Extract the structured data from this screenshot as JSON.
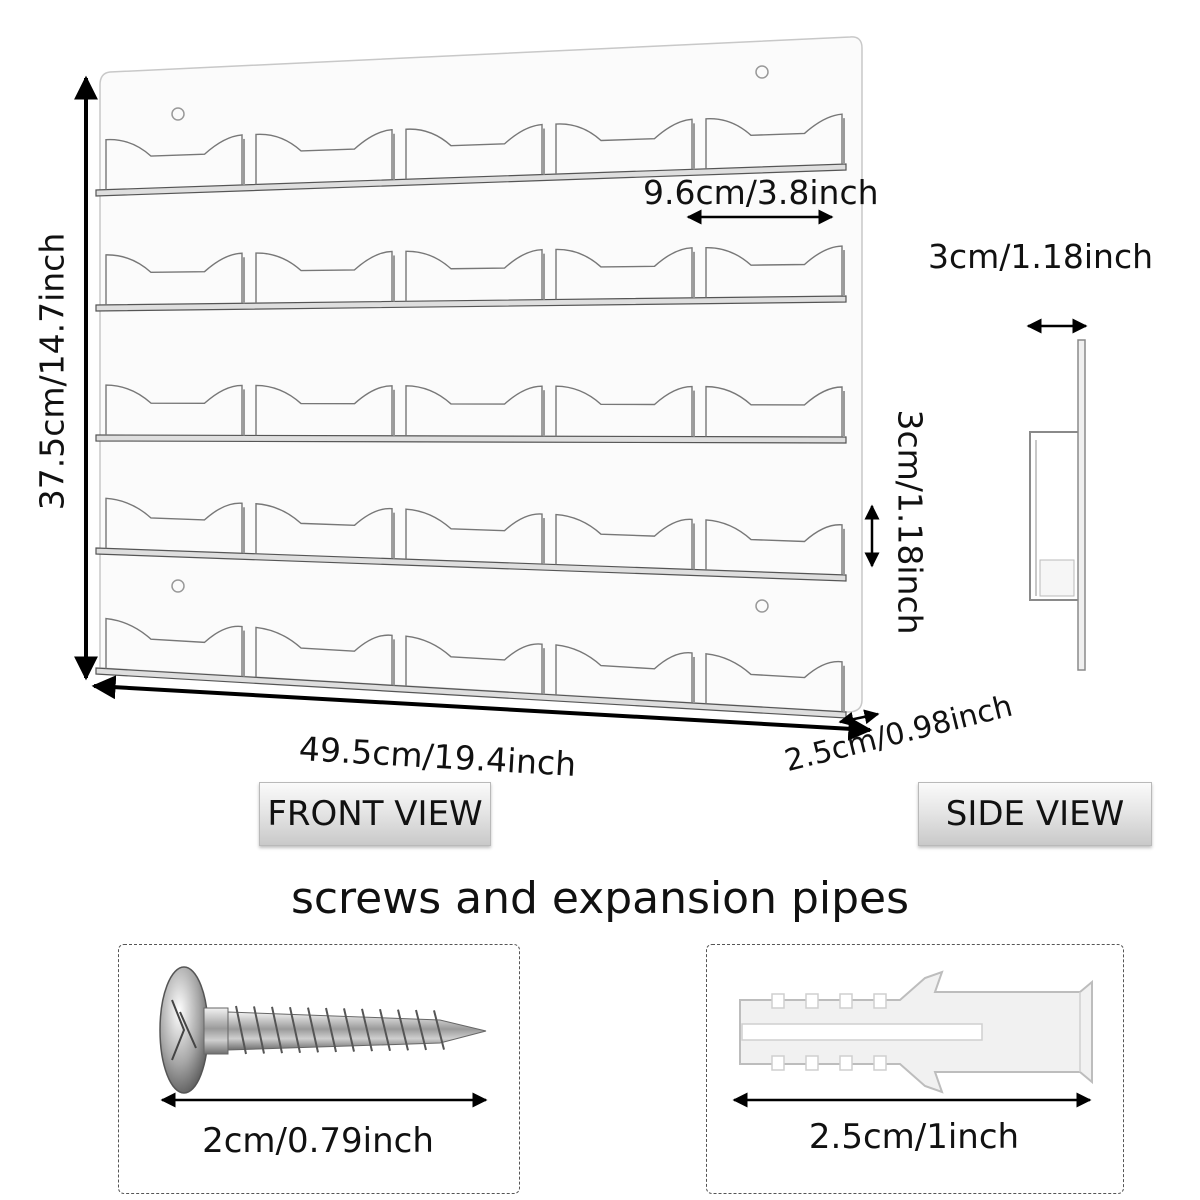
{
  "dimensions": {
    "height": "37.5cm/14.7inch",
    "width": "49.5cm/19.4inch",
    "pocket_width": "9.6cm/3.8inch",
    "pocket_height": "3cm/1.18inch",
    "depth_side": "3cm/1.18inch",
    "thickness": "2.5cm/0.98inch"
  },
  "views": {
    "front": "FRONT VIEW",
    "side": "SIDE VIEW"
  },
  "accessories": {
    "title": "screws and expansion pipes",
    "screw_length": "2cm/0.79inch",
    "pipe_length": "2.5cm/1inch"
  }
}
